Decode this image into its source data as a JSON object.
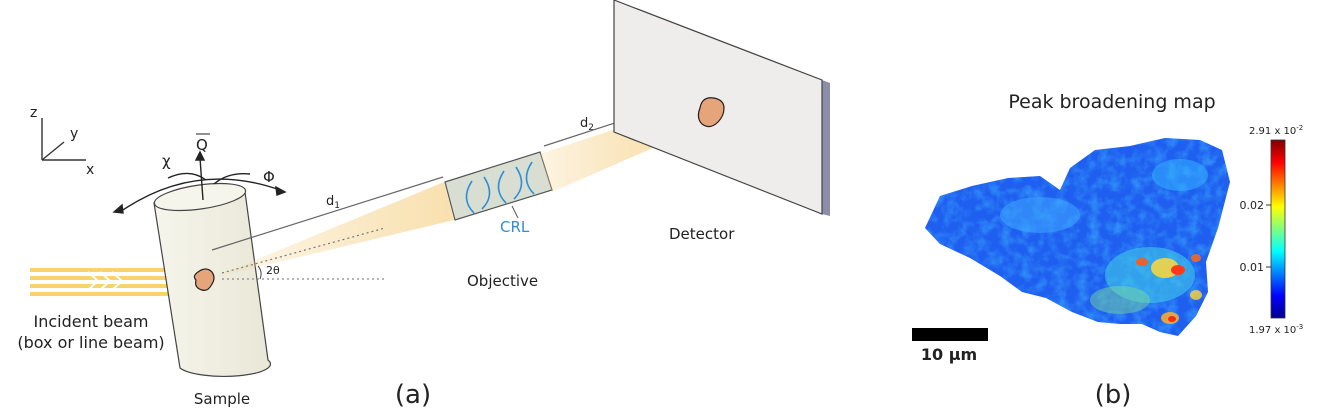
{
  "panel_a": {
    "axes": {
      "z": "z",
      "y": "y",
      "x": "x"
    },
    "chi": "χ",
    "phi": "Φ",
    "q_vector": "Q",
    "d1_base": "d",
    "d1_sub": "1",
    "d2_base": "d",
    "d2_sub": "2",
    "two_theta": "2θ",
    "crl": "CRL",
    "objective": "Objective",
    "detector": "Detector",
    "incident_line1": "Incident beam",
    "incident_line2": "(box or line beam)",
    "sample": "Sample",
    "panel_label": "(a)"
  },
  "panel_b": {
    "title": "Peak broadening map",
    "colorbar_max_mantissa": "2.91 x 10",
    "colorbar_max_exp": "-2",
    "colorbar_tick_high": "0.02",
    "colorbar_tick_low": "0.01",
    "colorbar_min_mantissa": "1.97 x 10",
    "colorbar_min_exp": "-3",
    "scale_bar_label": "10 µm",
    "panel_label": "(b)"
  },
  "colors": {
    "beam": "#f7d36a",
    "crl": "#2f8fd6",
    "grain": "#e6a47a",
    "sample_body": "#f1f0e4",
    "detector_face": "#efecec",
    "detector_edge": "#8a8ea8"
  }
}
